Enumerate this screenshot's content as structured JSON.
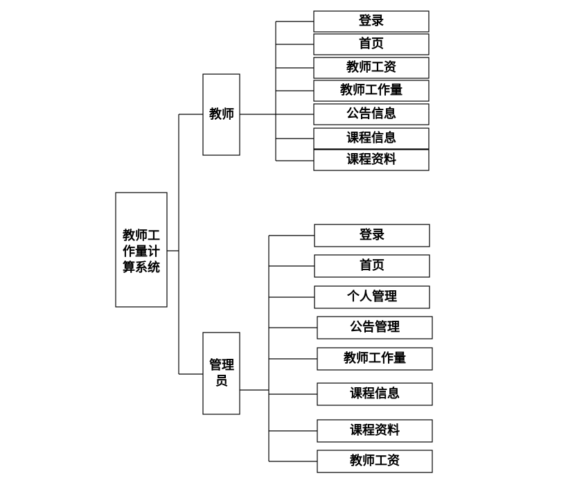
{
  "root": {
    "lines": [
      "教师工",
      "作量计",
      "算系统"
    ]
  },
  "teacher": {
    "label": "教师",
    "items": [
      "登录",
      "首页",
      "教师工资",
      "教师工作量",
      "公告信息",
      "课程信息",
      "课程资料"
    ]
  },
  "admin": {
    "lines": [
      "管理",
      "员"
    ],
    "items": [
      "登录",
      "首页",
      "个人管理",
      "公告管理",
      "教师工作量",
      "课程信息",
      "课程资料",
      "教师工资"
    ]
  }
}
